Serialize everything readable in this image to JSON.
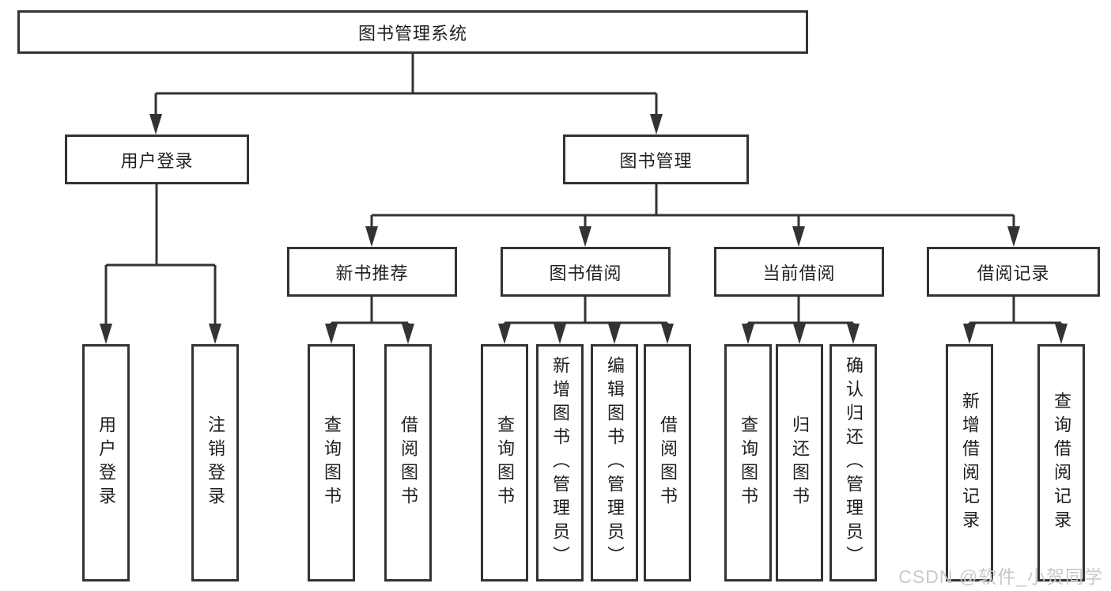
{
  "colors": {
    "line": "#333333",
    "text": "#1f1f1f",
    "watermark": "#c9c9c9",
    "bg": "#ffffff"
  },
  "watermark": "CSDN @软件_小贺同学",
  "diagram": {
    "root": "图书管理系统",
    "branches": [
      {
        "label": "用户登录",
        "children": [
          "用户登录",
          "注销登录"
        ]
      },
      {
        "label": "图书管理",
        "children": [
          {
            "label": "新书推荐",
            "children": [
              "查询图书",
              "借阅图书"
            ]
          },
          {
            "label": "图书借阅",
            "children": [
              "查询图书",
              "新增图书（管理员）",
              "编辑图书（管理员）",
              "借阅图书"
            ]
          },
          {
            "label": "当前借阅",
            "children": [
              "查询图书",
              "归还图书",
              "确认归还（管理员）"
            ]
          },
          {
            "label": "借阅记录",
            "children": [
              "新增借阅记录",
              "查询借阅记录"
            ]
          }
        ]
      }
    ]
  }
}
